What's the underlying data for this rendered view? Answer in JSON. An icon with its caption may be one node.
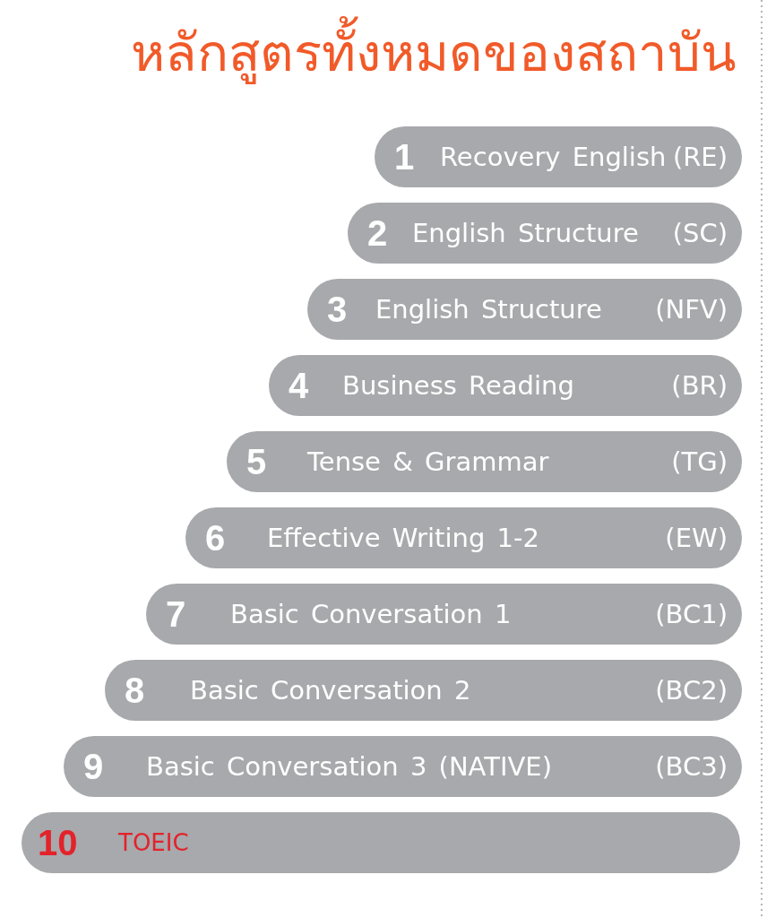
{
  "diagram": {
    "title": "หลักสูตรทั้งหมดของสถาบัน",
    "nodes": [
      {
        "text": [
          "1",
          "Recovery English",
          "(RE)"
        ]
      },
      {
        "text": [
          "2",
          "English Structure",
          "(SC)"
        ]
      },
      {
        "text": [
          "3",
          "English Structure",
          "(NFV)"
        ]
      },
      {
        "text": [
          "4",
          "Business Reading",
          "(BR)"
        ]
      },
      {
        "text": [
          "5",
          "Tense & Grammar",
          "(TG)"
        ]
      },
      {
        "text": [
          "6",
          "Effective Writing 1-2",
          "(EW)"
        ]
      },
      {
        "text": [
          "7",
          "Basic Conversation 1",
          "(BC1)"
        ]
      },
      {
        "text": [
          "8",
          "Basic Conversation 2",
          "(BC2)"
        ]
      },
      {
        "text": [
          "9",
          "Basic Conversation 3 (NATIVE)",
          "(BC3)"
        ]
      },
      {
        "text": [
          "10",
          "TOEIC"
        ]
      }
    ]
  }
}
